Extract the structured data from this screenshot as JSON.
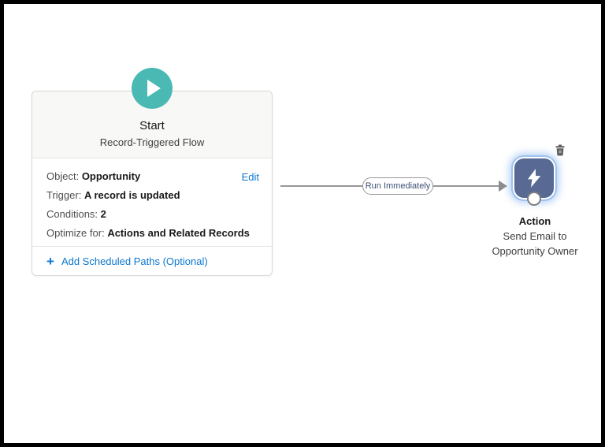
{
  "colors": {
    "canvas_bg": "#ffffff",
    "frame_border": "#000000",
    "start_teal": "#4bb9b3",
    "link_blue": "#0b77d0",
    "action_navy": "#586994",
    "action_glow_blue": "#9ec3f0",
    "connector_gray": "#979797",
    "pill_text_navy": "#3e5174",
    "text_dark": "#181818",
    "text_label_gray": "#514f4d",
    "header_bg": "#f8f8f7"
  },
  "icons": {
    "play": "play-triangle",
    "plus": "+",
    "lightning": "lightning-bolt",
    "trash": "trash-can",
    "arrowhead": "right-arrowhead"
  },
  "start_node": {
    "title": "Start",
    "subtitle": "Record-Triggered Flow",
    "fields": [
      {
        "label": "Object:",
        "value": "Opportunity"
      },
      {
        "label": "Trigger:",
        "value": "A record is updated"
      },
      {
        "label": "Conditions:",
        "value": "2"
      },
      {
        "label": "Optimize for:",
        "value": "Actions and Related Records"
      }
    ],
    "edit_label": "Edit",
    "footer_plus": "+",
    "footer_link": "Add Scheduled Paths (Optional)"
  },
  "connector": {
    "label": "Run Immediately"
  },
  "action_node": {
    "title": "Action",
    "description_line1": "Send Email to",
    "description_line2": "Opportunity Owner"
  }
}
